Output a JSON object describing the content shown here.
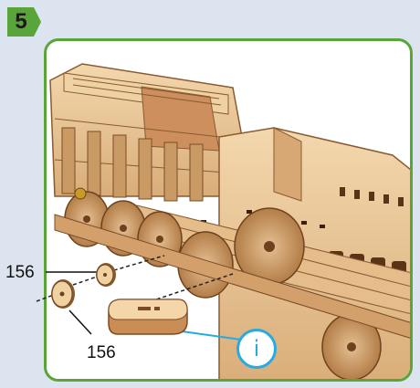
{
  "step": {
    "number": "5"
  },
  "parts": {
    "label_left": "156",
    "label_bottom": "156"
  },
  "info": {
    "symbol": "i"
  },
  "colors": {
    "accent_green": "#5aa53a",
    "info_blue": "#27a9e1",
    "wood": "#e9c79a"
  },
  "icons": {
    "info": "info-icon",
    "wheel": "wheel-part-icon",
    "part": "wooden-block-part-icon"
  }
}
